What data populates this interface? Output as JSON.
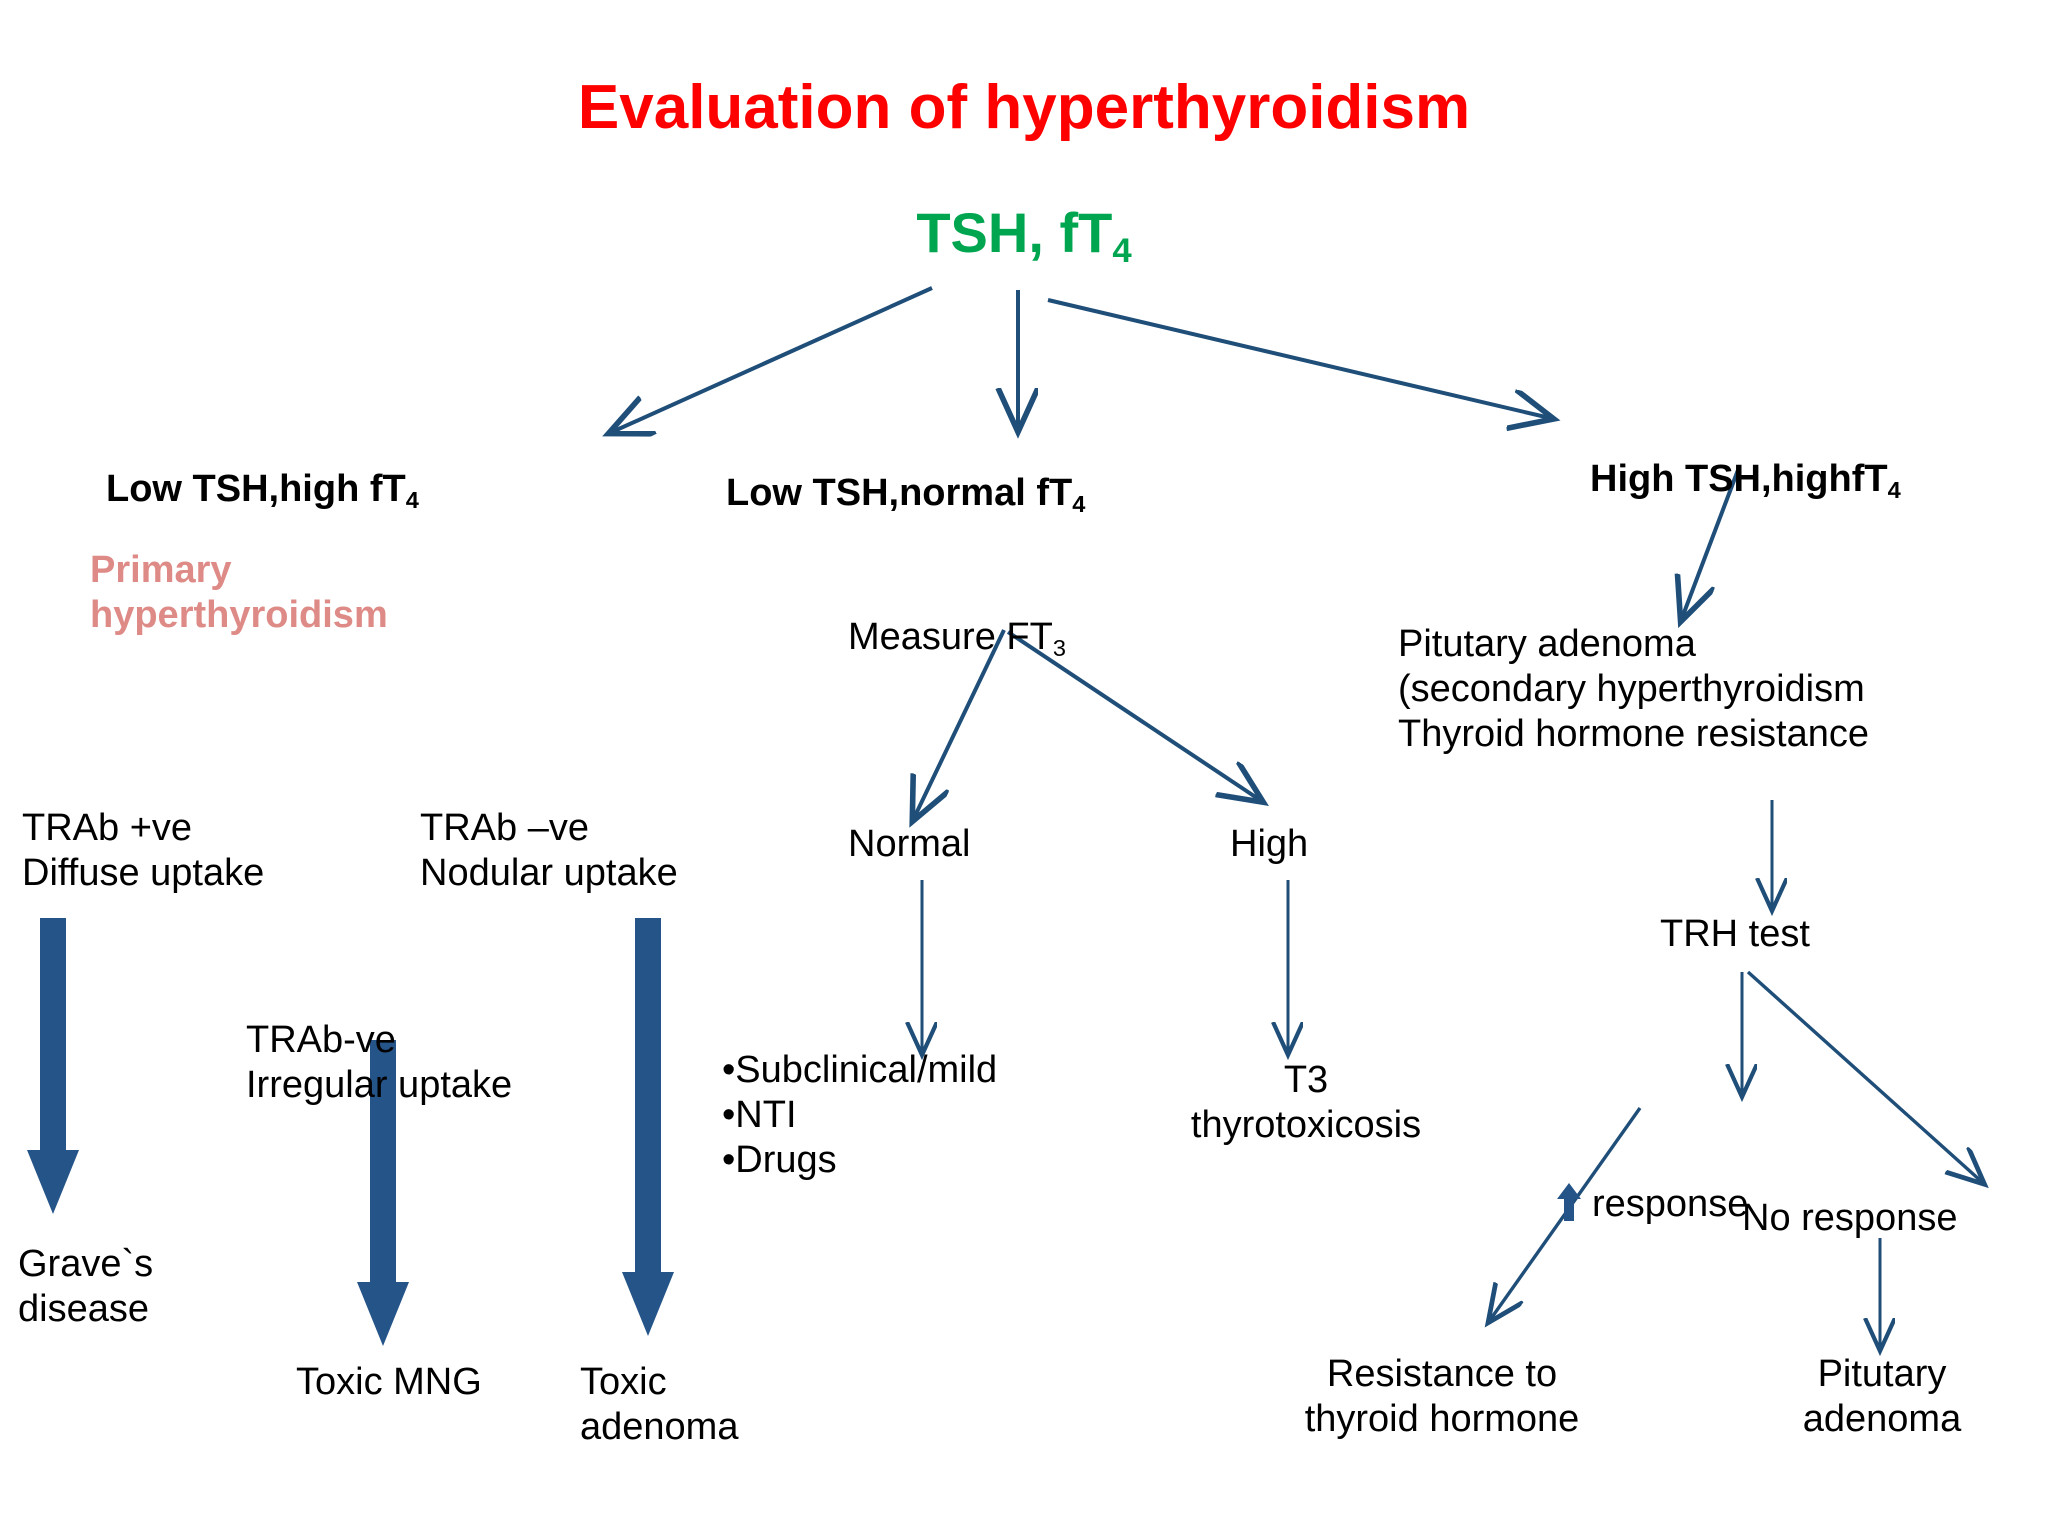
{
  "title": "Evaluation of hyperthyroidism",
  "colors": {
    "title": "#FF0000",
    "root": "#00A550",
    "primary_hyper": "#DE8A86",
    "arrow": "#1F4E79",
    "thick_arrow": "#255489",
    "text": "#000000"
  },
  "root": {
    "label_main": "TSH, fT",
    "label_sub": "4"
  },
  "branches": {
    "left": {
      "main": "Low TSH,high fT",
      "sub": "4"
    },
    "middle": {
      "main": "Low TSH,normal fT",
      "sub": "4"
    },
    "right": {
      "main": "High TSH,highfT",
      "sub": "4"
    }
  },
  "left_column": {
    "primary_hyperthyroidism": "Primary\nhyperthyroidism",
    "trab_positive": "TRAb +ve\nDiffuse uptake",
    "trab_negative_nodular": "TRAb –ve\nNodular uptake",
    "trab_negative_irregular": "TRAb-ve\nIrregular uptake",
    "graves_disease": "Grave`s\ndisease",
    "toxic_mng": "Toxic MNG",
    "toxic_adenoma": "Toxic\nadenoma"
  },
  "middle_column": {
    "measure_main": "Measure FT",
    "measure_sub": "3",
    "normal": "Normal",
    "high": "High",
    "normal_outcomes": "•Subclinical/mild\n•NTI\n•Drugs",
    "high_outcome": "T3\nthyrotoxicosis"
  },
  "right_column": {
    "pituitary_block": "Pitutary adenoma\n(secondary hyperthyroidism\nThyroid hormone resistance",
    "trh_test": "TRH test",
    "response": "response",
    "no_response": "No response",
    "resistance_outcome": "Resistance to\nthyroid hormone",
    "pituitary_outcome": "Pitutary\nadenoma"
  },
  "icons": {
    "up_arrow": "up-arrow-icon"
  }
}
